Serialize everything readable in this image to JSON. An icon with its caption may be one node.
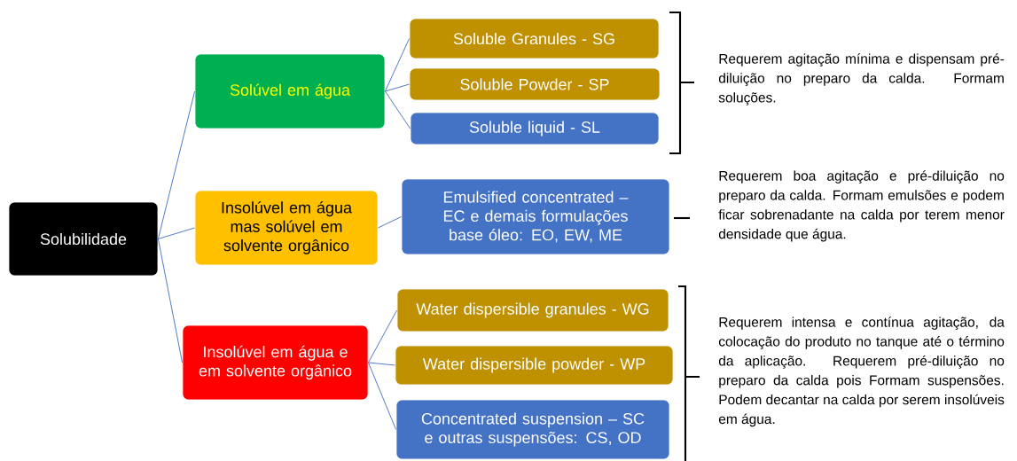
{
  "diagram": {
    "nodes": [
      {
        "text": [
          "Solubilidade"
        ]
      },
      {
        "text": [
          "Solúvel em água"
        ]
      },
      {
        "text": [
          "Soluble Granules - SG"
        ]
      },
      {
        "text": [
          "Soluble Powder - SP"
        ]
      },
      {
        "text": [
          "Soluble liquid - SL"
        ]
      },
      {
        "text": [
          "Insolúvel em água mas solúvel em solvente orgânico"
        ]
      },
      {
        "text": [
          "Emulsified concentrated – EC e demais formulações base óleo: EO, EW, ME"
        ]
      },
      {
        "text": [
          "Insolúvel em água e em solvente orgânico"
        ]
      },
      {
        "text": [
          "Water dispersible granules - WG"
        ]
      },
      {
        "text": [
          "Water dispersible powder - WP"
        ]
      },
      {
        "text": [
          "Concentrated suspension – SC e outras suspensões: CS, OD"
        ]
      }
    ],
    "edges": [
      {
        "from": 0,
        "to": 1,
        "arrow": "none"
      },
      {
        "from": 0,
        "to": 5,
        "arrow": "none"
      },
      {
        "from": 0,
        "to": 7,
        "arrow": "none"
      },
      {
        "from": 1,
        "to": 2,
        "arrow": "none"
      },
      {
        "from": 1,
        "to": 3,
        "arrow": "none"
      },
      {
        "from": 1,
        "to": 4,
        "arrow": "none"
      },
      {
        "from": 5,
        "to": 6,
        "arrow": "none"
      },
      {
        "from": 7,
        "to": 8,
        "arrow": "none"
      },
      {
        "from": 7,
        "to": 9,
        "arrow": "none"
      },
      {
        "from": 7,
        "to": 10,
        "arrow": "none"
      }
    ],
    "labels": [
      "Requerem agitação mínima e dispensam pré-diluição no preparo da calda. Formam soluções.",
      "Requerem boa agitação e pré-diluição no preparo da calda. Formam emulsões e podem ficar sobrenadante na calda por terem menor densidade que água.",
      "Requerem intensa e contínua agitação, da colocação do produto no tanque até o término da aplicação. Requerem pré-diluição no preparo da calda pois Formam suspensões. Podem decantar na calda por serem insolúveis em água."
    ]
  }
}
